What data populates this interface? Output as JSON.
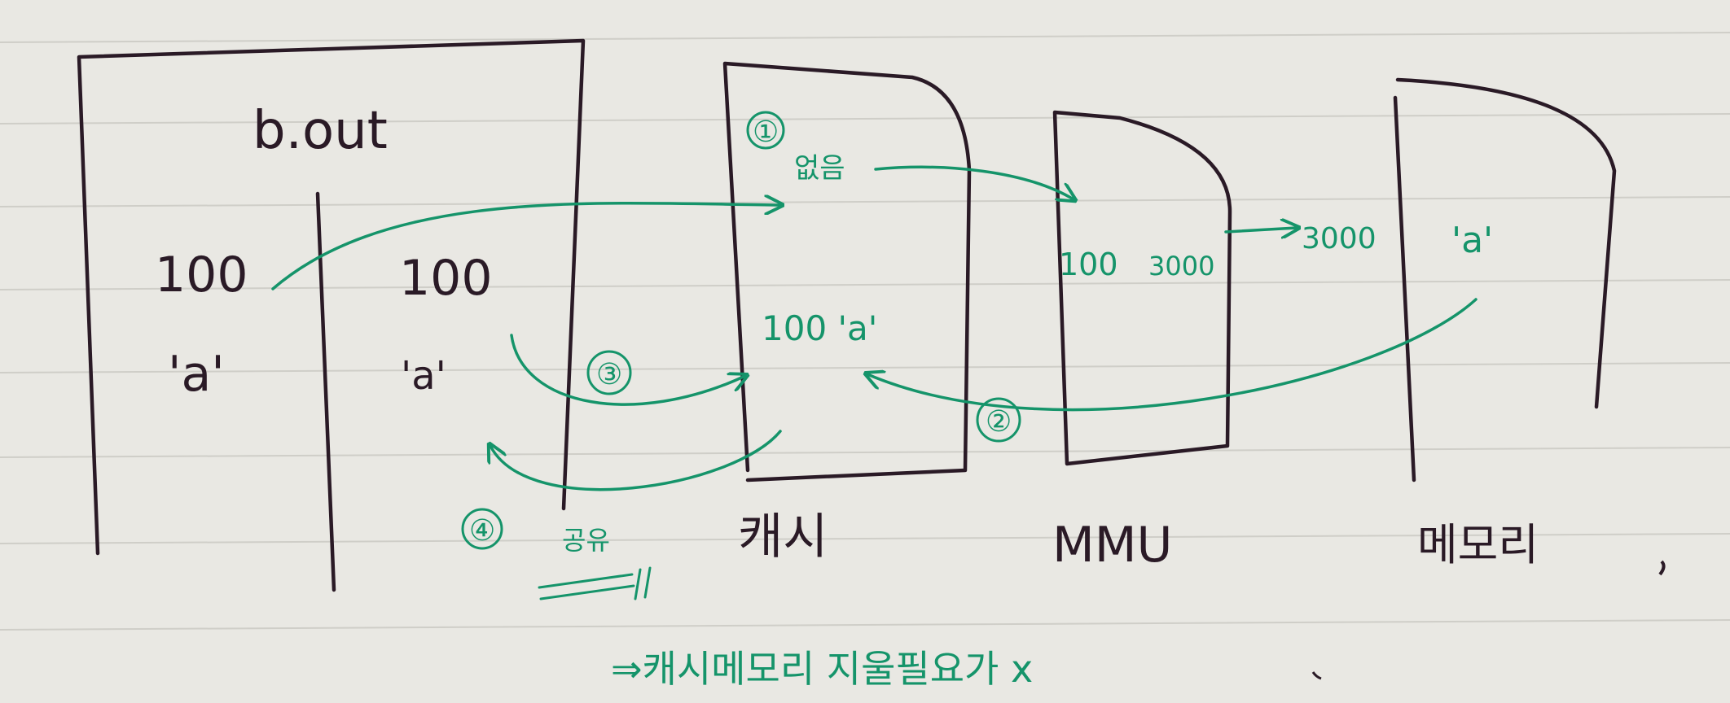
{
  "colors": {
    "paper": "#e9e8e3",
    "rule_line": "#c9c8c2",
    "dark_ink": "#2a1a26",
    "green_ink": "#15946a"
  },
  "panels": {
    "process": {
      "title": "b.out",
      "left_column": {
        "value": "100",
        "char": "'a'"
      },
      "right_column": {
        "value": "100",
        "char": "'a'"
      }
    },
    "cache": {
      "label": "캐시",
      "note_empty": "없음",
      "entry": "100 'a'"
    },
    "mmu": {
      "label": "MMU",
      "virtual": "100",
      "physical": "3000"
    },
    "memory": {
      "label": "메모리",
      "address": "3000",
      "content": "'a'"
    }
  },
  "steps": {
    "s1": "①",
    "s2": "②",
    "s3": "③",
    "s4": "④",
    "share": "공유"
  },
  "footer_note": "⇒캐시메모리 지울필요가 x"
}
